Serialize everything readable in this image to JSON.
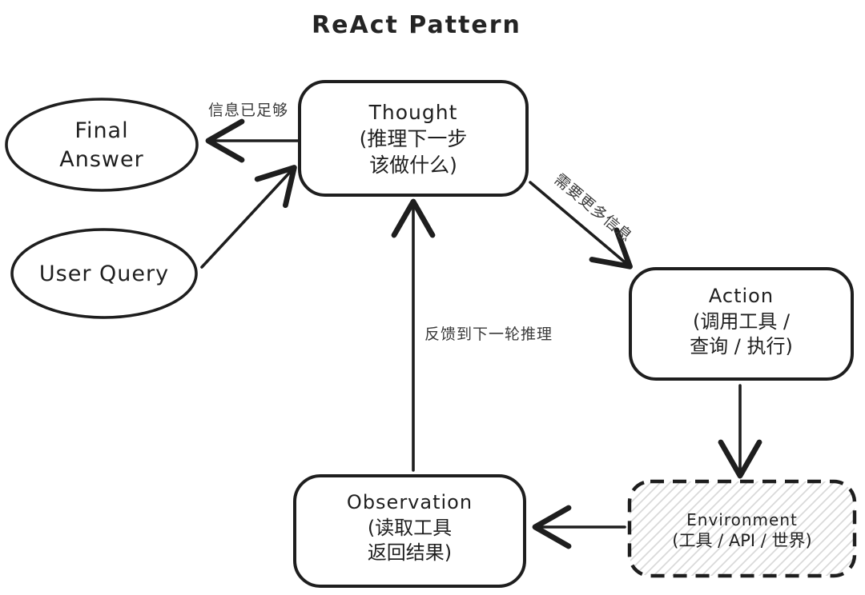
{
  "title": "ReAct Pattern",
  "nodes": {
    "final_answer": {
      "line1": "Final",
      "line2": "Answer"
    },
    "user_query": {
      "name": "User Query"
    },
    "thought": {
      "name": "Thought",
      "desc1": "(推理下一步",
      "desc2": "该做什么)"
    },
    "action": {
      "name": "Action",
      "desc1": "(调用工具 /",
      "desc2": "查询 / 执行)"
    },
    "environment": {
      "name": "Environment",
      "desc1": "(工具 / API / 世界)"
    },
    "observation": {
      "name": "Observation",
      "desc1": "(读取工具",
      "desc2": "返回结果)"
    }
  },
  "edge_labels": {
    "thought_to_final_answer": "信息已足够",
    "thought_to_action": "需要更多信息",
    "observation_to_thought": "反馈到下一轮推理"
  },
  "colors": {
    "stroke": "#1e1e1e",
    "background": "#ffffff",
    "hatch": "#d9d9d9",
    "edge_label_text": "#3a3a3a"
  }
}
